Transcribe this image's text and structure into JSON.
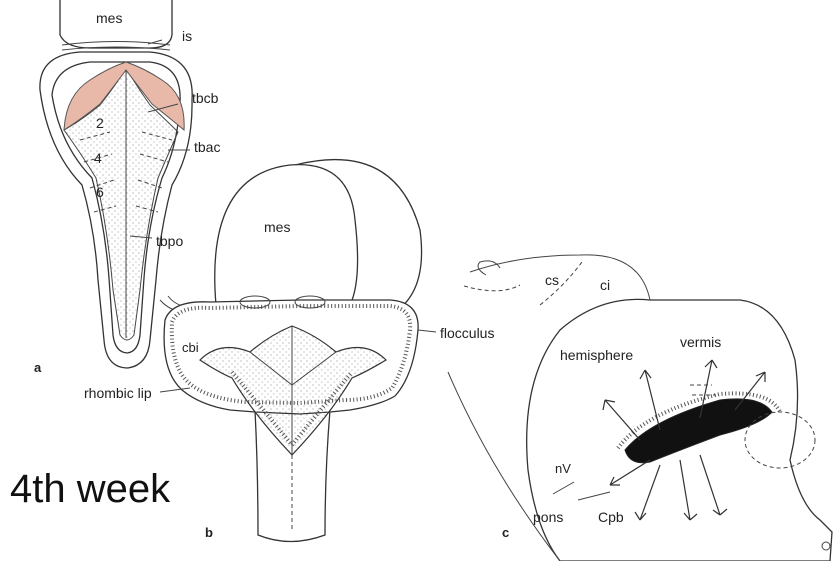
{
  "panels": {
    "a": "a",
    "b": "b",
    "c": "c"
  },
  "labels": {
    "mes_a": "mes",
    "is": "is",
    "tbcb": "tbcb",
    "n2": "2",
    "tbac": "tbac",
    "n4": "4",
    "n6": "6",
    "tbpo": "tbpo",
    "mes_b": "mes",
    "flocculus": "flocculus",
    "cbi": "cbi",
    "rhombic_lip": "rhombic lip",
    "cs": "cs",
    "ci": "ci",
    "hemisphere": "hemisphere",
    "vermis": "vermis",
    "nV": "nV",
    "pons": "pons",
    "Cpb": "Cpb"
  },
  "caption": "4th week",
  "colors": {
    "highlight": "#e8b9a8",
    "outline": "#333333",
    "dark": "#111111"
  }
}
